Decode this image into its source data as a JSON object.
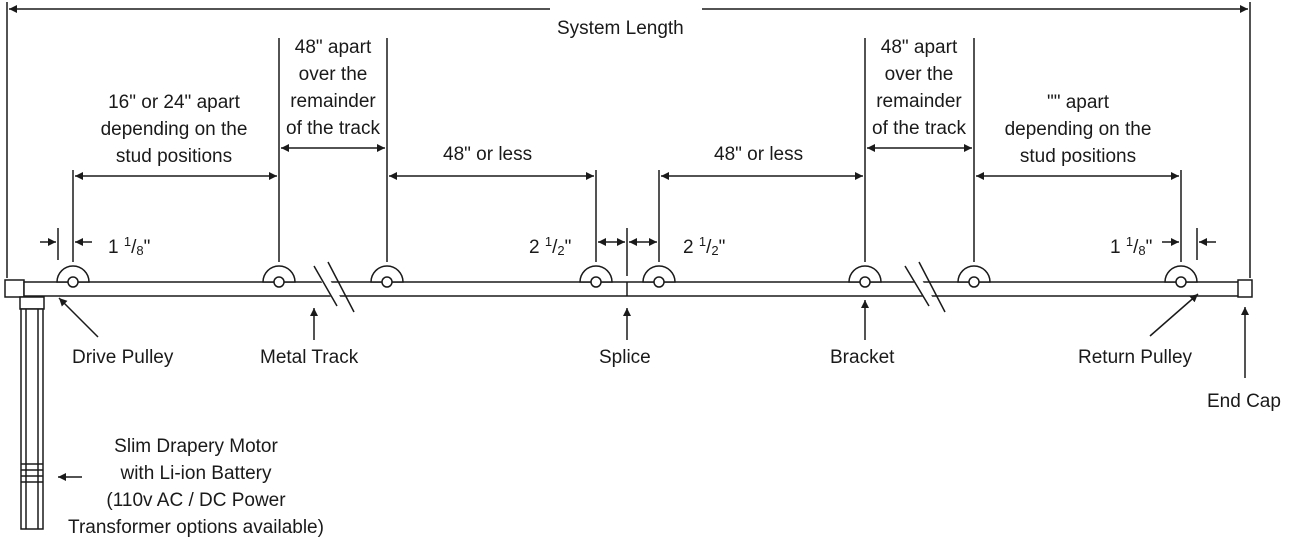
{
  "diagram": {
    "system_length": "System Length",
    "spacing_end_left": [
      "16\" or 24\" apart",
      "depending on the",
      "stud positions"
    ],
    "spacing_end_right": [
      "\"\" apart",
      "depending on the",
      "stud positions"
    ],
    "spacing_remainder_left": [
      "48\" apart",
      "over the",
      "remainder",
      "of the track"
    ],
    "spacing_remainder_right": [
      "48\" apart",
      "over the",
      "remainder",
      "of the track"
    ],
    "spacing_splice_left": "48\" or less",
    "spacing_splice_right": "48\" or less",
    "offset_left": {
      "whole": "1",
      "num": "1",
      "den": "8",
      "unit": "\""
    },
    "offset_right": {
      "whole": "1",
      "num": "1",
      "den": "8",
      "unit": "\""
    },
    "splice_gap_left": {
      "whole": "2",
      "num": "1",
      "den": "2",
      "unit": "\""
    },
    "splice_gap_right": {
      "whole": "2",
      "num": "1",
      "den": "2",
      "unit": "\""
    },
    "components": {
      "drive_pulley": "Drive Pulley",
      "metal_track": "Metal Track",
      "splice": "Splice",
      "bracket": "Bracket",
      "return_pulley": "Return Pulley",
      "end_cap": "End Cap"
    },
    "motor_note": [
      "Slim Drapery Motor",
      "with Li-ion Battery",
      "(110v AC / DC Power",
      "Transformer options available)"
    ],
    "line_color": "#1a1a1a"
  }
}
